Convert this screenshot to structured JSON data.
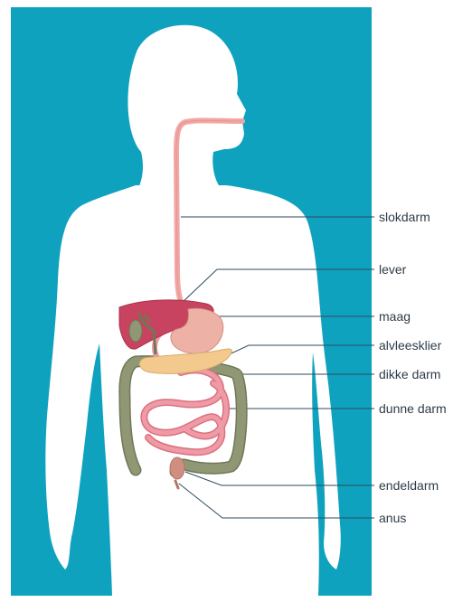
{
  "colors": {
    "background": "#0fa2be",
    "silhouette": "#ffffff",
    "leader_line": "#2f4a5e",
    "esophagus": "#f3a7a5",
    "liver": "#c8435f",
    "stomach": "#eeb1a6",
    "pancreas": "#f3c98e",
    "large_intestine": "#8f9774",
    "small_intestine": "#ef9aa6",
    "rectum": "#d08e80"
  },
  "labels": [
    {
      "id": "esophagus",
      "text": "slokdarm"
    },
    {
      "id": "liver",
      "text": "lever"
    },
    {
      "id": "stomach",
      "text": "maag"
    },
    {
      "id": "pancreas",
      "text": "alvleesklier"
    },
    {
      "id": "large-intestine",
      "text": "dikke darm"
    },
    {
      "id": "small-intestine",
      "text": "dunne darm"
    },
    {
      "id": "rectum",
      "text": "endeldarm"
    },
    {
      "id": "anus",
      "text": "anus"
    }
  ]
}
